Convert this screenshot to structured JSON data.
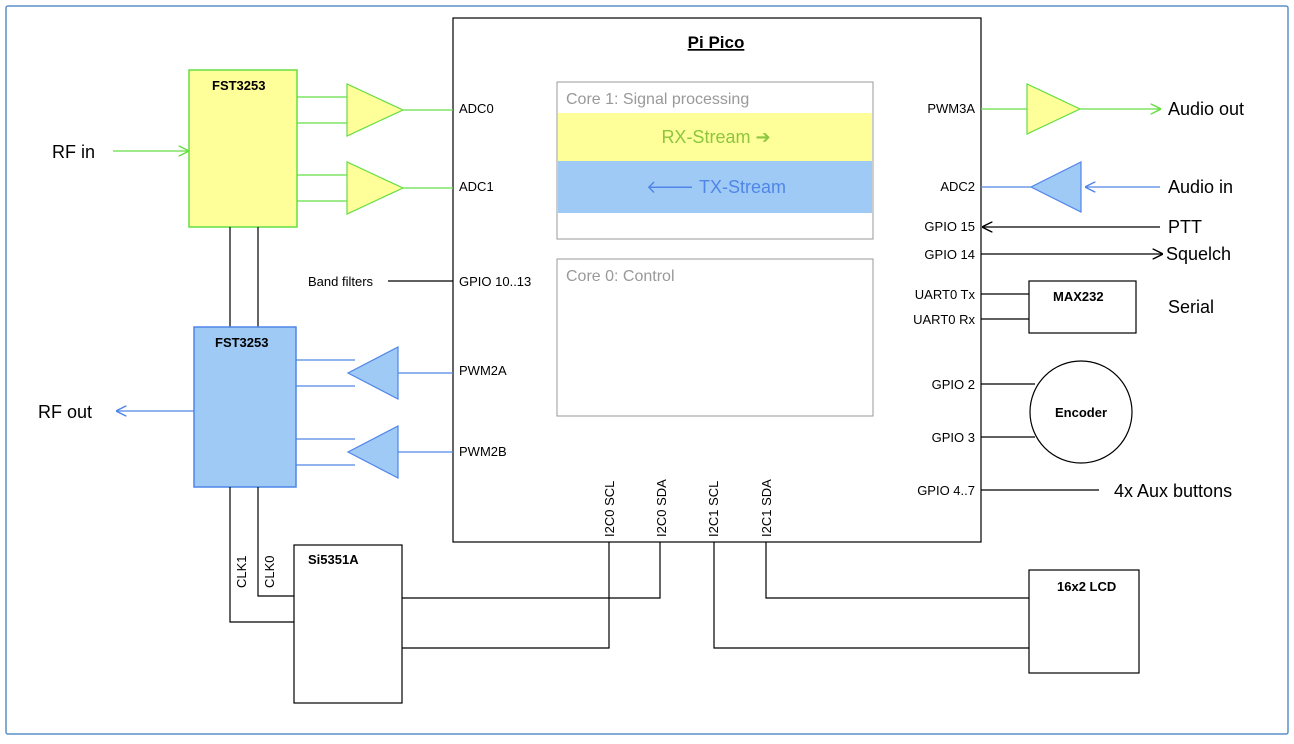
{
  "diagram": {
    "colors": {
      "frame": "#5b8fc9",
      "rx_green": "#66dd44",
      "rx_fill": "#ffff99",
      "tx_blue": "#4f86e8",
      "tx_fill": "#9fcaf5",
      "box_line": "#000000",
      "core_text": "#999999",
      "rx_text": "#8cc63e"
    },
    "pico": {
      "title": "Pi Pico",
      "core1_title": "Core 1: Signal processing",
      "rx_stream": "RX-Stream ➔",
      "tx_stream": "🡐 TX-Stream",
      "core0_title": "Core 0: Control",
      "pins_left": {
        "adc0": "ADC0",
        "adc1": "ADC1",
        "gpio10_13": "GPIO 10..13",
        "pwm2a": "PWM2A",
        "pwm2b": "PWM2B"
      },
      "pins_right": {
        "pwm3a": "PWM3A",
        "adc2": "ADC2",
        "gpio15": "GPIO 15",
        "gpio14": "GPIO 14",
        "uart0_tx": "UART0 Tx",
        "uart0_rx": "UART0 Rx",
        "gpio2": "GPIO 2",
        "gpio3": "GPIO 3",
        "gpio4_7": "GPIO 4..7"
      },
      "pins_bottom": {
        "i2c0_scl": "I2C0 SCL",
        "i2c0_sda": "I2C0 SDA",
        "i2c1_scl": "I2C1 SCL",
        "i2c1_sda": "I2C1 SDA"
      }
    },
    "components": {
      "fst_rx": "FST3253",
      "fst_tx": "FST3253",
      "si5351": "Si5351A",
      "clk1": "CLK1",
      "clk0": "CLK0",
      "max232": "MAX232",
      "encoder": "Encoder",
      "lcd": "16x2 LCD"
    },
    "external": {
      "rf_in": "RF in",
      "rf_out": "RF out",
      "band_filters": "Band filters",
      "audio_out": "Audio out",
      "audio_in": "Audio in",
      "ptt": "PTT",
      "squelch": "Squelch",
      "serial": "Serial",
      "aux_buttons": "4x Aux buttons"
    }
  }
}
